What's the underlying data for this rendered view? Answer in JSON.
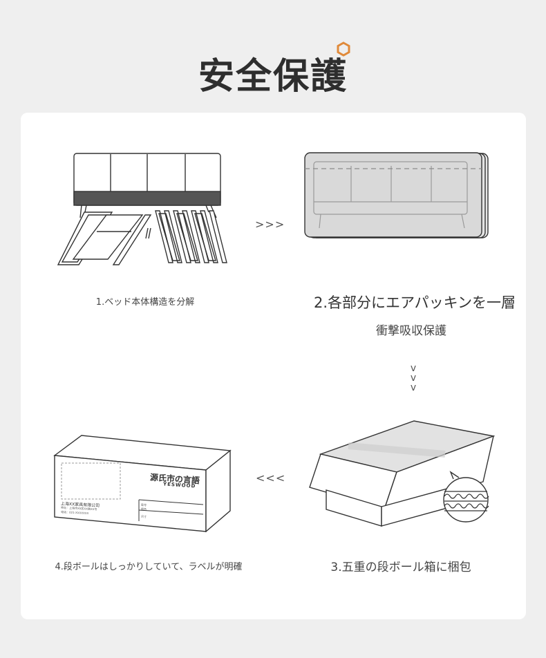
{
  "header": {
    "title": "安全保護",
    "icon": "hexagon-nut-icon",
    "accent": "#e08a3a"
  },
  "steps": {
    "step1": {
      "caption": "1.ベッド本体構造を分解"
    },
    "step2": {
      "caption": "2.各部分にエアパッキンを一層",
      "subcaption": "衝撃吸収保護"
    },
    "step3": {
      "caption": "3.五重の段ボール箱に梱包"
    },
    "step4": {
      "caption": "4.段ボールはしっかりしていて、ラベルが明確"
    }
  },
  "arrows": {
    "right": ">>>",
    "left": "<<<",
    "down": [
      "v",
      "v",
      "v"
    ]
  },
  "box_label": {
    "brand": "源氏市の言語",
    "brand_sub": "YESWOOD",
    "company": "上海XX家具有限公司",
    "addr1": "地址：上海市XX区XX路XX号",
    "addr2": "电话：021-XXXXXXX",
    "spec1": "型号",
    "spec2": "颜色",
    "spec3": "尺寸"
  }
}
